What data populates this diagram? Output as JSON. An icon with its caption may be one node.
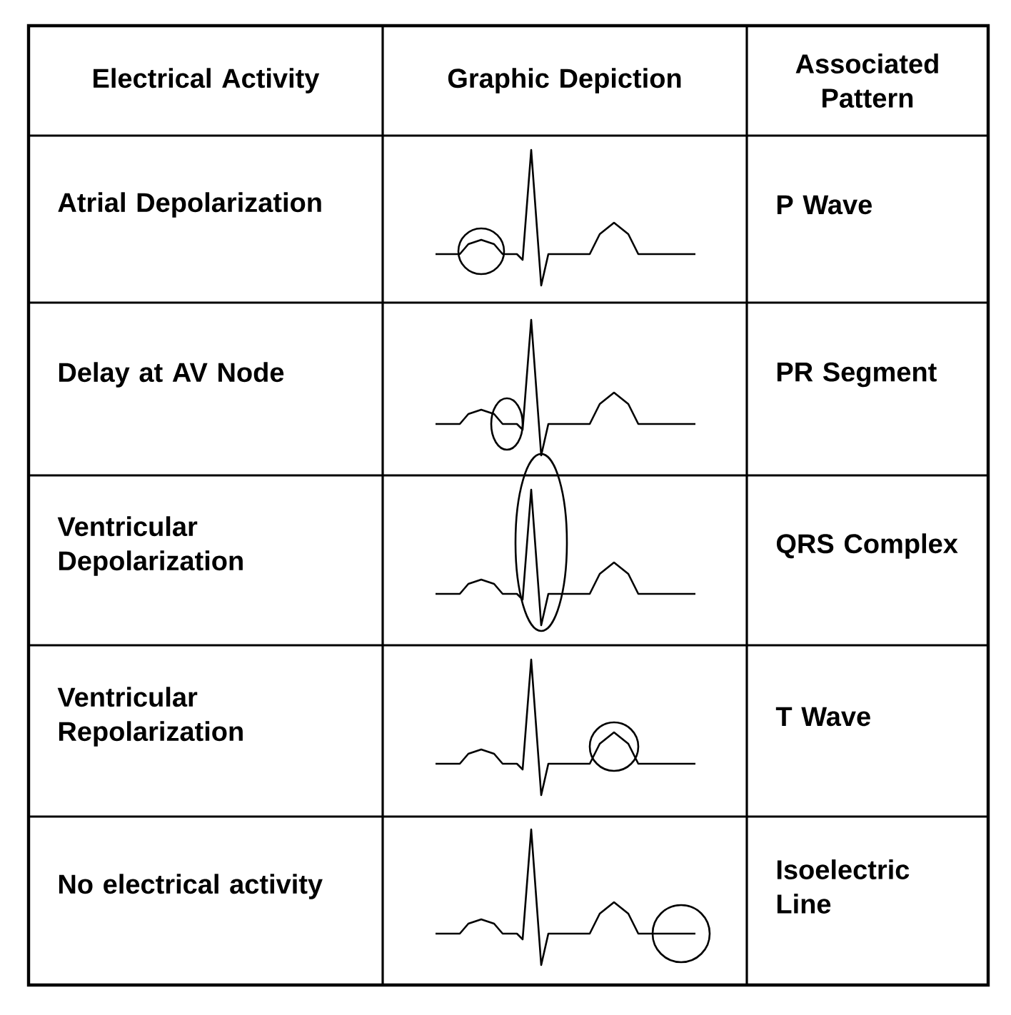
{
  "diagram": {
    "labels": [
      "Electrical Activity",
      "Graphic Depiction",
      "Associated Pattern",
      "Atrial Depolarization",
      "P Wave",
      "Delay at AV Node",
      "PR Segment",
      "Ventricular Depolarization",
      "QRS Complex",
      "Ventricular Repolarization",
      "T Wave",
      "No electrical activity",
      "Isoelectric Line"
    ]
  }
}
